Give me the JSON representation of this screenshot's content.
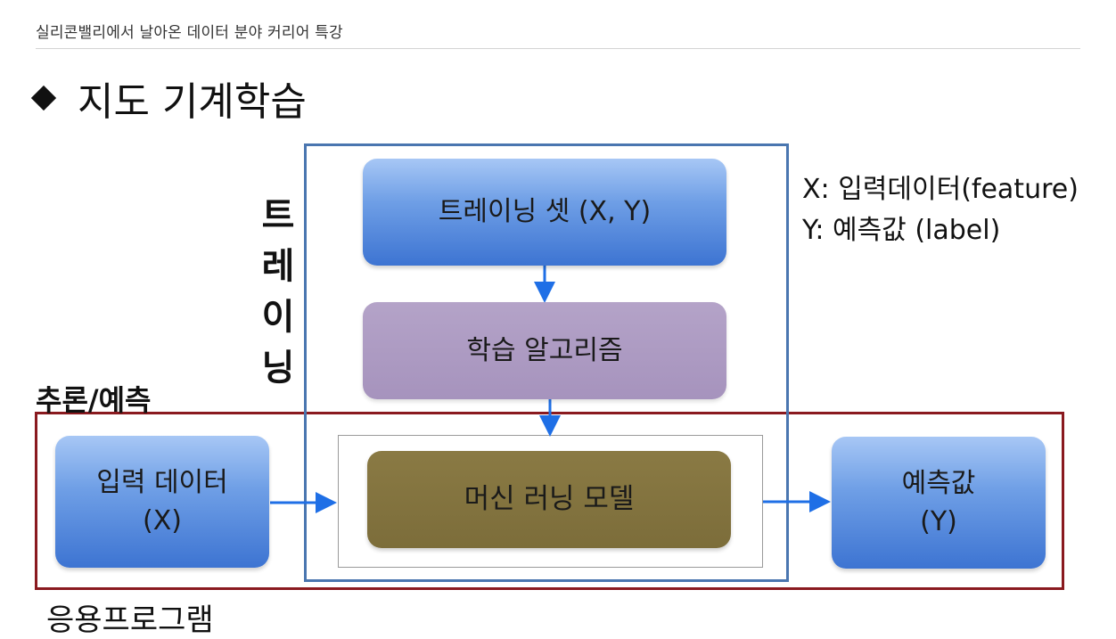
{
  "header": {
    "text": "실리콘밸리에서 날아온 데이터 분야 커리어 특강"
  },
  "slide": {
    "title": "지도 기계학습"
  },
  "labels": {
    "training": [
      "트",
      "레",
      "이",
      "닝"
    ],
    "inference": "추론/예측",
    "application": "응용프로그램"
  },
  "legend": {
    "x": "X: 입력데이터(feature)",
    "y": "Y: 예측값 (label)"
  },
  "boxes": {
    "training_set": {
      "label": "트레이닝 셋 (X, Y)"
    },
    "algorithm": {
      "label": "학습 알고리즘"
    },
    "model": {
      "label": "머신 러닝 모델"
    },
    "input": {
      "line1": "입력 데이터",
      "line2": "(X)"
    },
    "prediction": {
      "line1": "예측값",
      "line2": "(Y)"
    }
  },
  "colors": {
    "training_frame": "#4a76b0",
    "inference_frame": "#8a1a1f",
    "arrow": "#1f6fe6",
    "blue_box": "#5a8be0",
    "purple_box": "#a998c2",
    "olive_box": "#807040"
  }
}
